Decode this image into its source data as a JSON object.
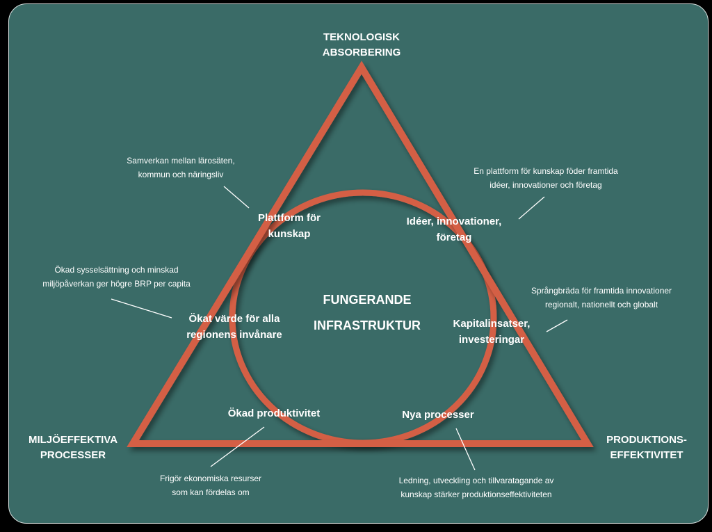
{
  "corners": {
    "top": [
      "TEKNOLOGISK",
      "ABSORBERING"
    ],
    "left": [
      "MILJÖEFFEKTIVA",
      "PROCESSER"
    ],
    "right": [
      "PRODUKTIONS-",
      "EFFEKTIVITET"
    ]
  },
  "center": [
    "FUNGERANDE",
    "INFRASTRUKTUR"
  ],
  "nodes": {
    "plattform": [
      "Plattform för",
      "kunskap"
    ],
    "ideer": [
      "Idéer, innovationer,",
      "företag"
    ],
    "varde": [
      "Ökat värde för alla",
      "regionens invånare"
    ],
    "kapital": [
      "Kapitalinsatser,",
      "investeringar"
    ],
    "produktivitet": [
      "Ökad produktivitet"
    ],
    "processer": [
      "Nya processer"
    ]
  },
  "notes": {
    "samverkan": [
      "Samverkan  mellan lärosäten,",
      "kommun  och näringsliv"
    ],
    "plattform_foder": [
      "En plattform  för kunskap  föder framtida",
      "idéer, innovationer  och företag"
    ],
    "sysselsattning": [
      "Ökad sysselsättning  och minskad",
      "miljöpåverkan  ger högre BRP per capita"
    ],
    "sprangbrada": [
      "Språngbräda  för framtida innovationer",
      "regionalt,  nationellt  och globalt"
    ],
    "frigor": [
      "Frigör ekonomiska  resurser",
      "som kan fördelas om"
    ],
    "ledning": [
      "Ledning,  utveckling  och tillvaratagande   av",
      "kunskap  stärker produktionseffektiviteten"
    ]
  },
  "colors": {
    "background": "#3a6b67",
    "accent": "#d45f45",
    "text": "#ffffff",
    "frame": "#000000"
  }
}
